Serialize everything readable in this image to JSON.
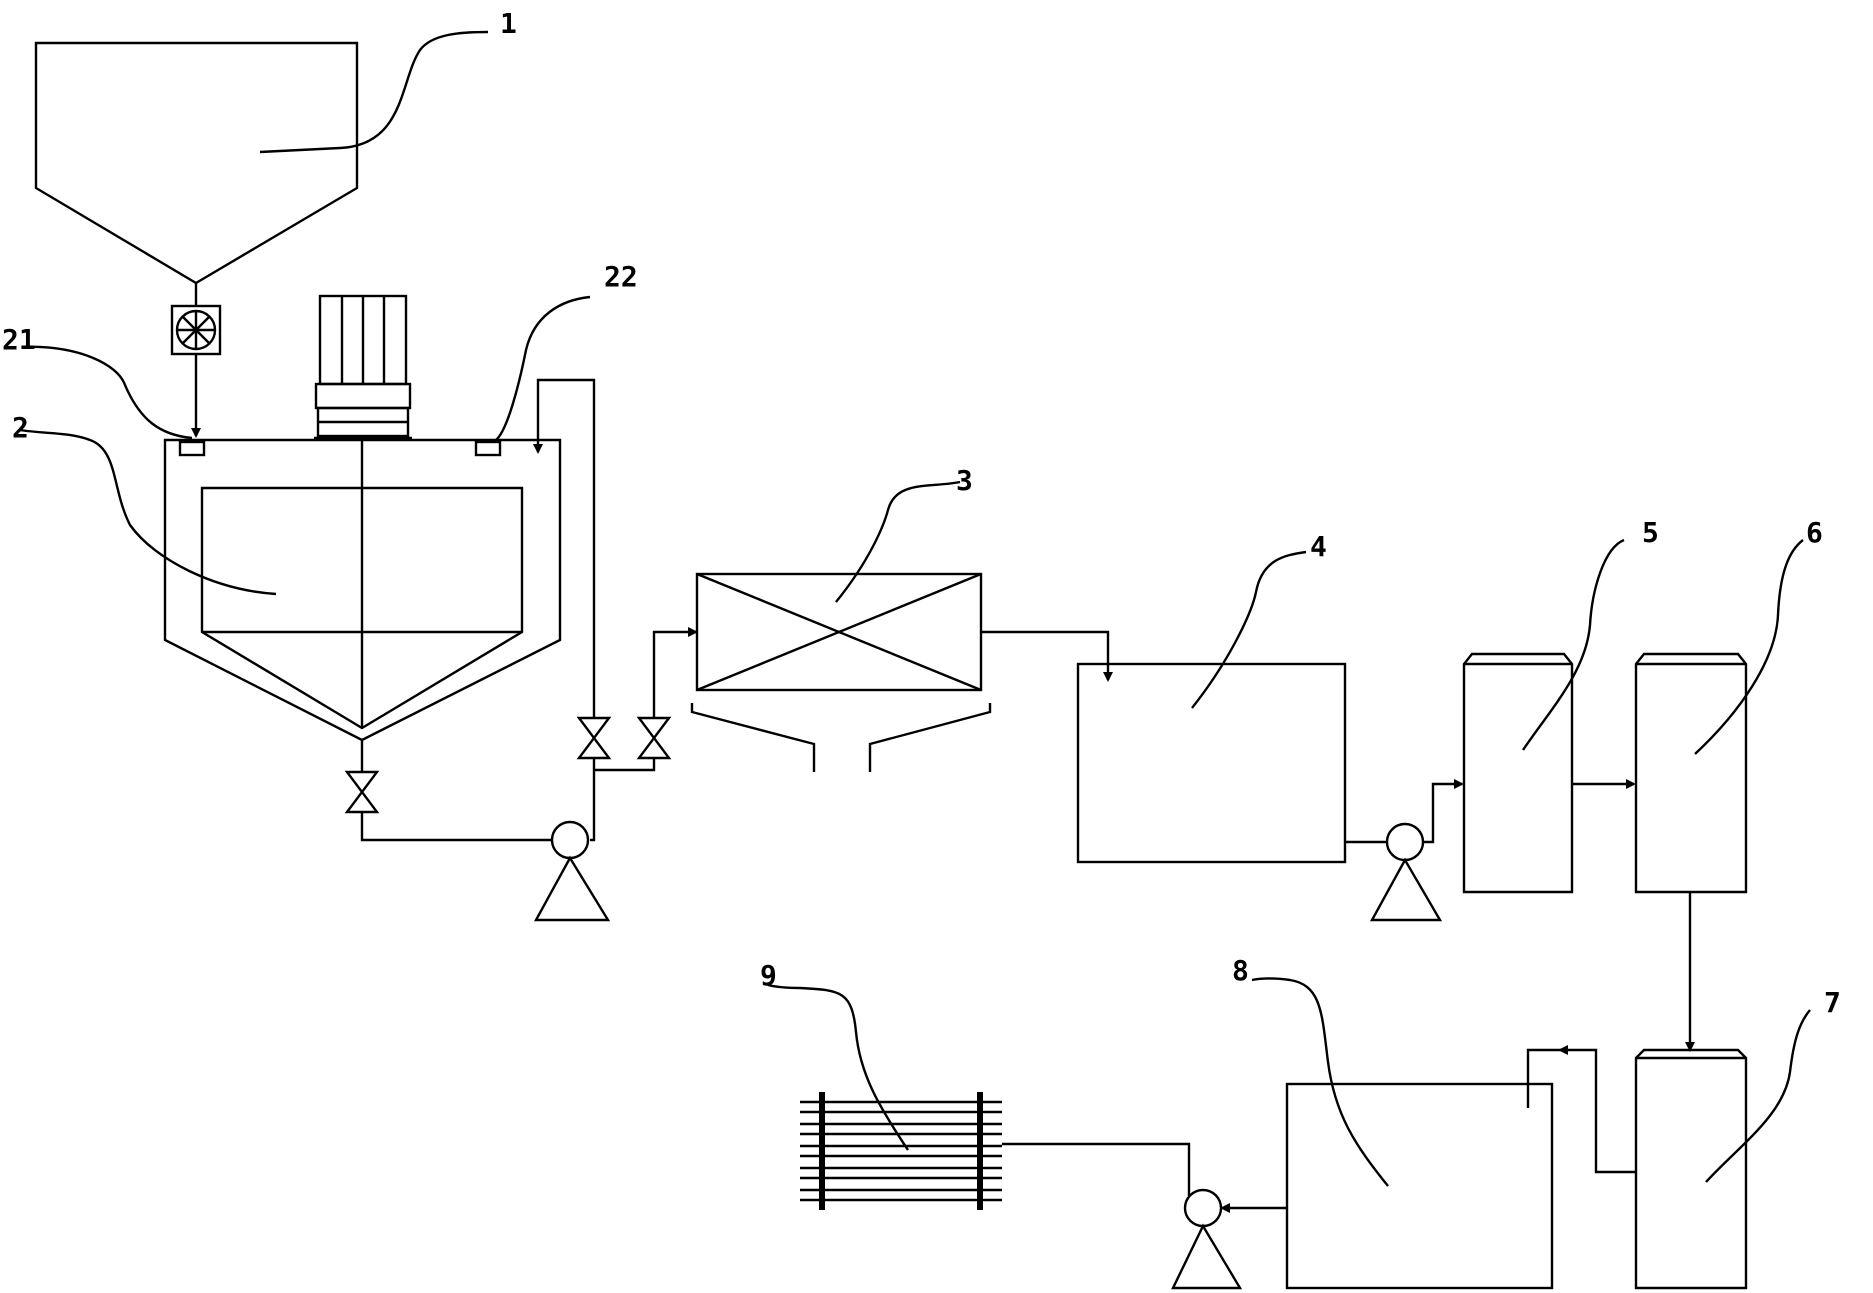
{
  "labels": {
    "hopper": "1",
    "tank": "2",
    "inlet_21": "21",
    "inlet_22": "22",
    "filter": "3",
    "buffer_tank": "4",
    "column_5": "5",
    "column_6": "6",
    "column_7": "7",
    "product_tank": "8",
    "membrane_module": "9"
  },
  "colors": {
    "line": "#000000",
    "background": "#ffffff"
  }
}
